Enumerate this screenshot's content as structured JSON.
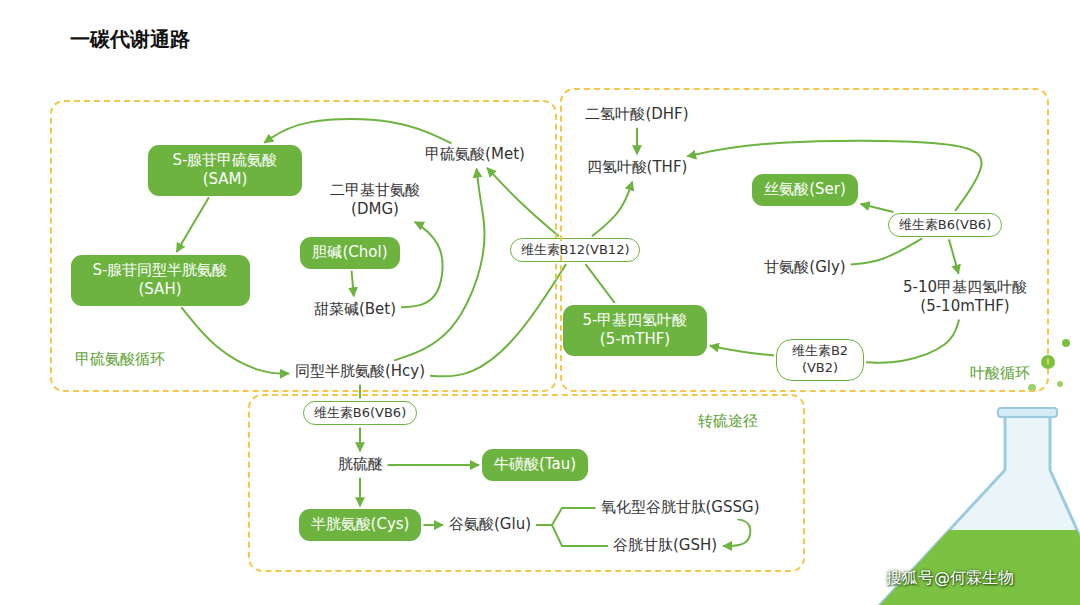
{
  "diagram": {
    "title": "一碳代谢通路",
    "nodes": [
      {
        "text": [
          "甲硫氨酸循环"
        ]
      },
      {
        "text": [
          "S-腺苷甲硫氨酸 (SAM)"
        ],
        "in": 0
      },
      {
        "text": [
          "甲硫氨酸(Met)"
        ],
        "in": 0
      },
      {
        "text": [
          "二甲基甘氨酸 (DMG)"
        ],
        "in": 0
      },
      {
        "text": [
          "胆碱(Chol)"
        ],
        "in": 0
      },
      {
        "text": [
          "S-腺苷同型半胱氨酸 (SAH)"
        ],
        "in": 0
      },
      {
        "text": [
          "甜菜碱(Bet)"
        ],
        "in": 0
      },
      {
        "text": [
          "同型半胱氨酸(Hcy)"
        ],
        "in": 0
      },
      {
        "text": [
          "维生素B12(VB12)"
        ]
      },
      {
        "text": [
          "叶酸循环"
        ]
      },
      {
        "text": [
          "二氢叶酸(DHF)"
        ],
        "in": 9
      },
      {
        "text": [
          "四氢叶酸(THF)"
        ],
        "in": 9
      },
      {
        "text": [
          "丝氨酸(Ser)"
        ],
        "in": 9
      },
      {
        "text": [
          "维生素B6(VB6)"
        ],
        "in": 9
      },
      {
        "text": [
          "甘氨酸(Gly)"
        ],
        "in": 9
      },
      {
        "text": [
          "5-10甲基四氢叶酸 (5-10mTHF)"
        ],
        "in": 9
      },
      {
        "text": [
          "5-甲基四氢叶酸 (5-mTHF)"
        ],
        "in": 9
      },
      {
        "text": [
          "维生素B2 (VB2)"
        ],
        "in": 9
      },
      {
        "text": [
          "转硫途径"
        ]
      },
      {
        "text": [
          "维生素B6(VB6)"
        ],
        "in": 18
      },
      {
        "text": [
          "胱硫醚"
        ],
        "in": 18
      },
      {
        "text": [
          "牛磺酸(Tau)"
        ],
        "in": 18
      },
      {
        "text": [
          "半胱氨酸(Cys)"
        ],
        "in": 18
      },
      {
        "text": [
          "谷氨酸(Glu)"
        ],
        "in": 18
      },
      {
        "text": [
          "氧化型谷胱甘肽(GSSG)"
        ],
        "in": 18
      },
      {
        "text": [
          "谷胱甘肽(GSH)"
        ],
        "in": 18
      }
    ],
    "edges": [
      {
        "from": 2,
        "to": 1,
        "arrow": "to"
      },
      {
        "from": 1,
        "to": 5,
        "arrow": "to"
      },
      {
        "from": 5,
        "to": 7,
        "arrow": "to"
      },
      {
        "from": 7,
        "to": 2,
        "arrow": "to"
      },
      {
        "from": 4,
        "to": 6,
        "arrow": "to"
      },
      {
        "from": 6,
        "to": 3,
        "arrow": "to"
      },
      {
        "from": 7,
        "to": 8,
        "arrow": "none"
      },
      {
        "from": 8,
        "to": 2,
        "arrow": "to"
      },
      {
        "from": 16,
        "to": 8,
        "arrow": "none"
      },
      {
        "from": 8,
        "to": 11,
        "arrow": "to"
      },
      {
        "from": 10,
        "to": 11,
        "arrow": "to"
      },
      {
        "from": 13,
        "to": 12,
        "arrow": "to"
      },
      {
        "from": 13,
        "to": 11,
        "arrow": "to"
      },
      {
        "from": 14,
        "to": 13,
        "arrow": "none"
      },
      {
        "from": 13,
        "to": 15,
        "arrow": "to"
      },
      {
        "from": 15,
        "to": 17,
        "arrow": "none"
      },
      {
        "from": 17,
        "to": 16,
        "arrow": "to"
      },
      {
        "from": 7,
        "to": 19,
        "arrow": "none"
      },
      {
        "from": 19,
        "to": 20,
        "arrow": "to"
      },
      {
        "from": 20,
        "to": 21,
        "arrow": "to"
      },
      {
        "from": 20,
        "to": 22,
        "arrow": "to"
      },
      {
        "from": 22,
        "to": 23,
        "arrow": "to"
      },
      {
        "from": 23,
        "to": 24,
        "arrow": "none"
      },
      {
        "from": 23,
        "to": 25,
        "arrow": "none"
      },
      {
        "from": 24,
        "to": 25,
        "arrow": "to"
      }
    ],
    "labels": [
      "搜狐号@何霖生物"
    ]
  }
}
